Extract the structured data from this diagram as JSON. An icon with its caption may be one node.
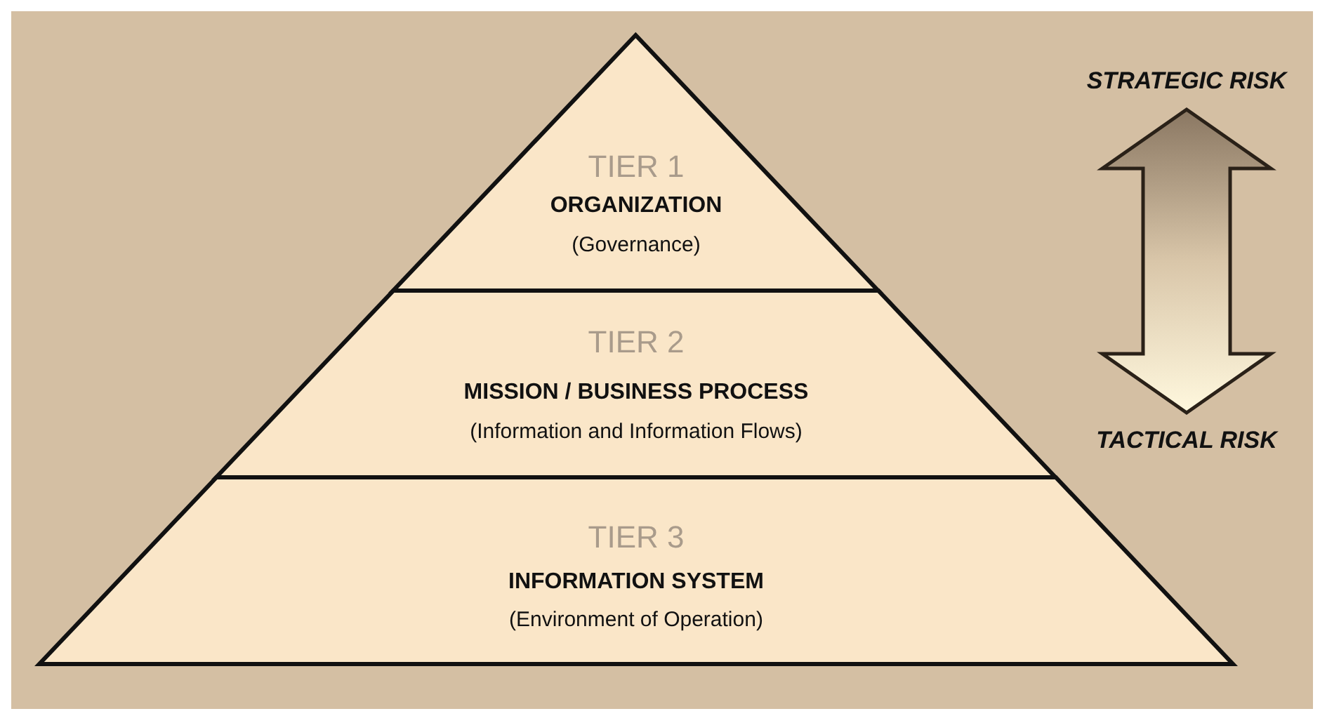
{
  "diagram": {
    "nodes": [
      {
        "text": [
          "TIER 1",
          "ORGANIZATION",
          "(Governance)"
        ]
      },
      {
        "text": [
          "TIER 2",
          "MISSION / BUSINESS PROCESS",
          "(Information and Information Flows)"
        ]
      },
      {
        "text": [
          "TIER 3",
          "INFORMATION SYSTEM",
          "(Environment of Operation)"
        ]
      },
      {
        "text": [
          "STRATEGIC RISK"
        ]
      },
      {
        "text": [
          "TACTICAL RISK"
        ]
      }
    ],
    "edges": [
      {
        "from": 3,
        "to": 4,
        "arrow": "both",
        "style": "thick"
      }
    ]
  }
}
